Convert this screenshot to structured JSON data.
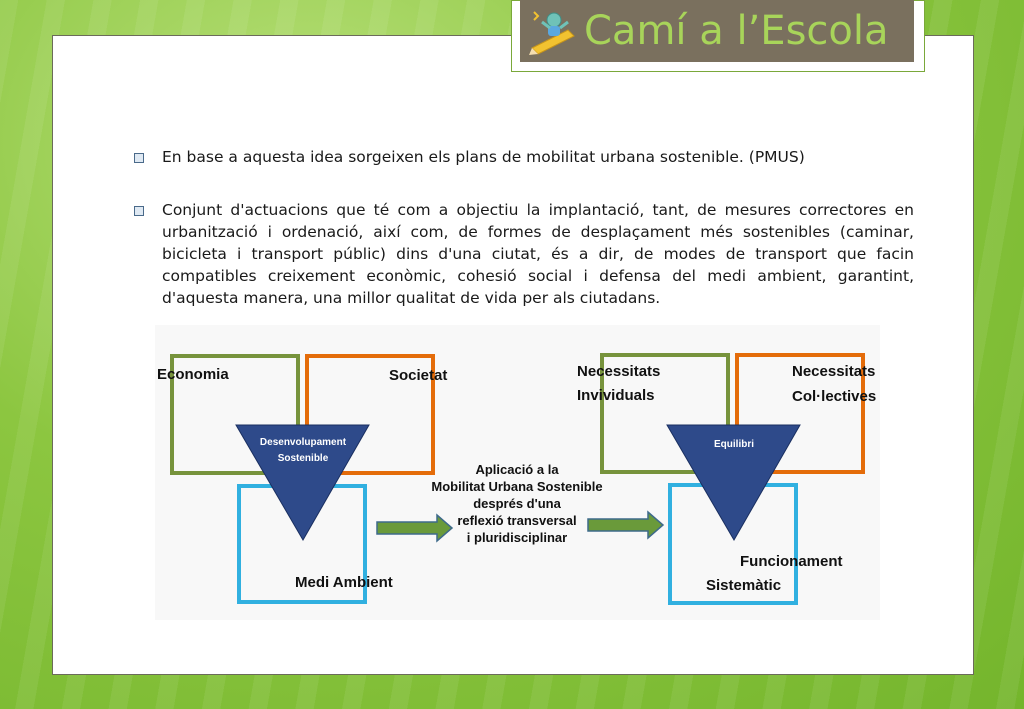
{
  "header": {
    "title": "Camí a l’Escola",
    "logo_icon": "kid-on-pencil-icon"
  },
  "bullets": [
    {
      "text": "En base a aquesta idea sorgeixen els plans de mobilitat urbana sostenible. (PMUS)"
    },
    {
      "text": "Conjunt d'actuacions que té com a objectiu la implantació, tant, de mesures correctores en urbanització i ordenació, així com, de formes de desplaçament més sostenibles (caminar, bicicleta i transport públic) dins d'una ciutat, és a dir, de modes de transport que facin compatibles creixement econòmic, cohesió social i defensa del medi ambient, garantint, d'aquesta manera, una millor qualitat de vida per als ciutadans."
    }
  ],
  "diagram": {
    "left": {
      "economia": "Economia",
      "societat": "Societat",
      "medi_ambient": "Medi Ambient",
      "triangle_line1": "Desenvolupament",
      "triangle_line2": "Sostenible"
    },
    "center": {
      "line1": "Aplicació a la",
      "line2": "Mobilitat Urbana Sostenible",
      "line3": "després d'una",
      "line4": "reflexió transversal",
      "line5": "i pluridisciplinar"
    },
    "right": {
      "necessitats_ind_1": "Necessitats",
      "necessitats_ind_2": "Invividuals",
      "necessitats_col_1": "Necessitats",
      "necessitats_col_2": "Col·lectives",
      "funcionament_1": "Funcionament",
      "funcionament_2": "Sistemàtic",
      "triangle": "Equilibri"
    },
    "colors": {
      "green": "#77933c",
      "orange": "#e46c0a",
      "blue": "#31b0e0",
      "triangle": "#2e4a8a",
      "arrow": "#6a9a3a"
    }
  }
}
